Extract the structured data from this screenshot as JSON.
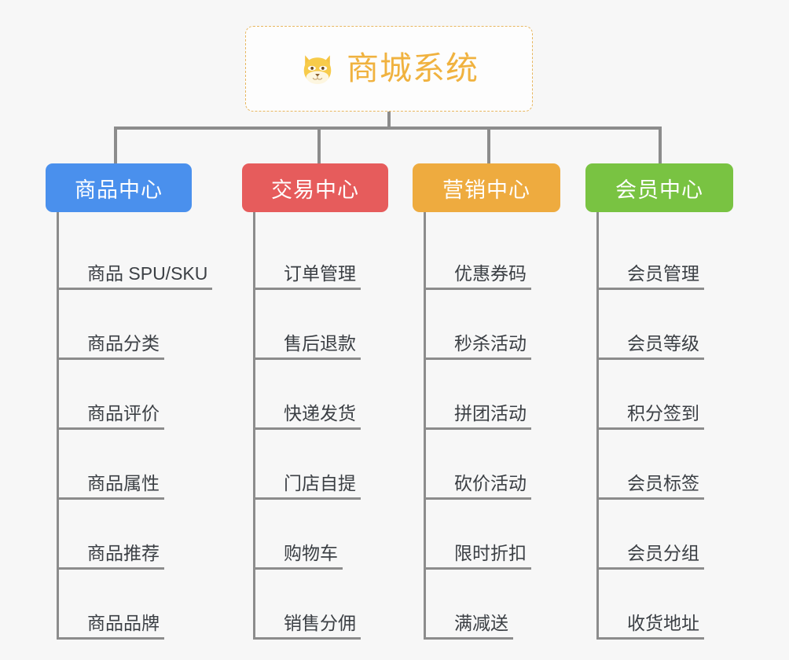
{
  "background_color": "#f7f7f7",
  "connector_color": "#8c8c8c",
  "root": {
    "title": "商城系统",
    "icon": "shiba-dog-face-emoji",
    "text_color": "#f0b23f",
    "border_color": "#e8b760",
    "background_color": "#fdfdfd"
  },
  "columns": [
    {
      "label": "商品中心",
      "color": "#4a90ed",
      "items": [
        "商品 SPU/SKU",
        "商品分类",
        "商品评价",
        "商品属性",
        "商品推荐",
        "商品品牌"
      ]
    },
    {
      "label": "交易中心",
      "color": "#e65c5c",
      "items": [
        "订单管理",
        "售后退款",
        "快递发货",
        "门店自提",
        "购物车",
        "销售分佣"
      ]
    },
    {
      "label": "营销中心",
      "color": "#eeab3f",
      "items": [
        "优惠券码",
        "秒杀活动",
        "拼团活动",
        "砍价活动",
        "限时折扣",
        "满减送"
      ]
    },
    {
      "label": "会员中心",
      "color": "#79c342",
      "items": [
        "会员管理",
        "会员等级",
        "积分签到",
        "会员标签",
        "会员分组",
        "收货地址"
      ]
    }
  ],
  "layout": {
    "column_left": [
      58,
      308,
      525,
      745
    ],
    "column_box_width": [
      186,
      186,
      188,
      188
    ],
    "drop_left": [
      145,
      404,
      620,
      838
    ]
  }
}
